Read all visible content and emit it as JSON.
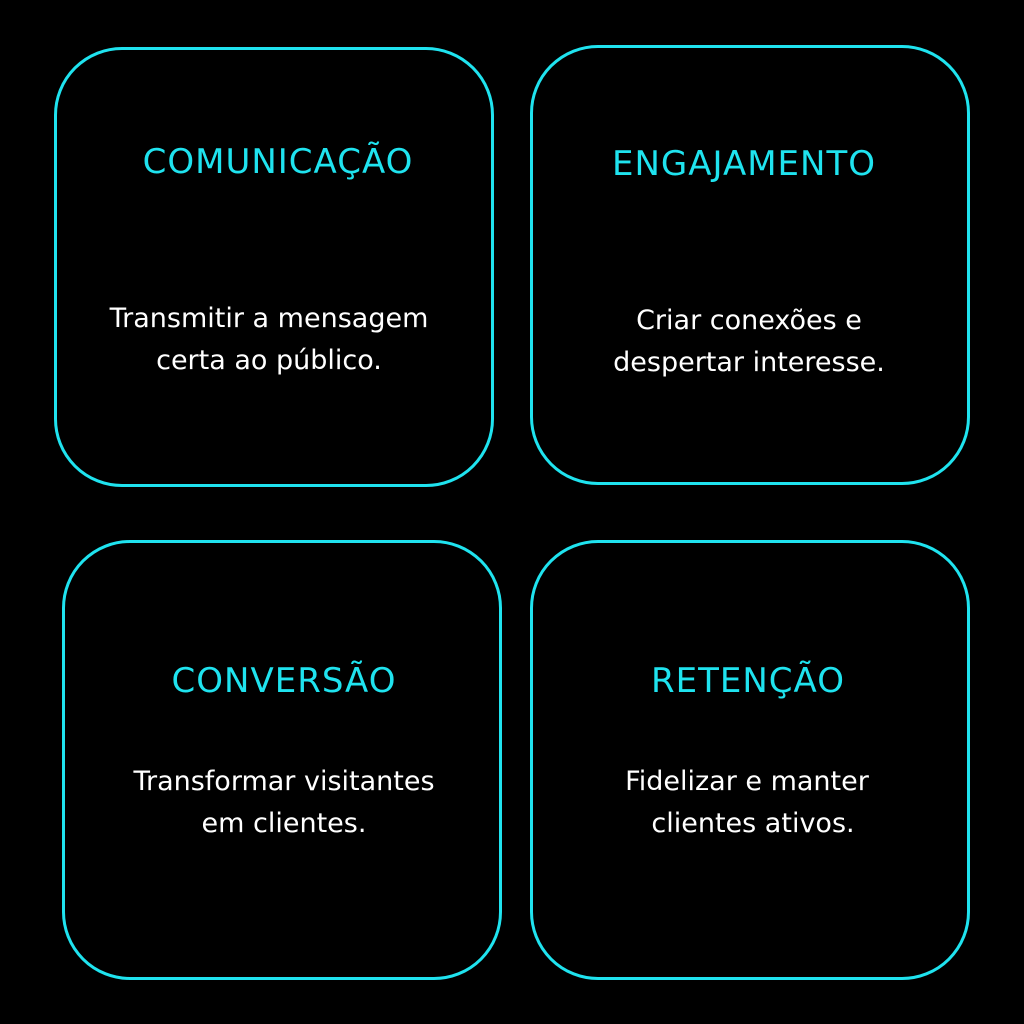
{
  "colors": {
    "background": "#000000",
    "accent": "#1FE3EF",
    "text": "#FFFFFF"
  },
  "cards": [
    {
      "title": "COMUNICAÇÃO",
      "lines": [
        "Transmitir a mensagem",
        "certa ao público."
      ]
    },
    {
      "title": "ENGAJAMENTO",
      "lines": [
        "Criar conexões e",
        "despertar interesse."
      ]
    },
    {
      "title": "CONVERSÃO",
      "lines": [
        "Transformar visitantes",
        "em clientes."
      ]
    },
    {
      "title": "RETENÇÃO",
      "lines": [
        "Fidelizar e manter",
        "clientes ativos."
      ]
    }
  ]
}
